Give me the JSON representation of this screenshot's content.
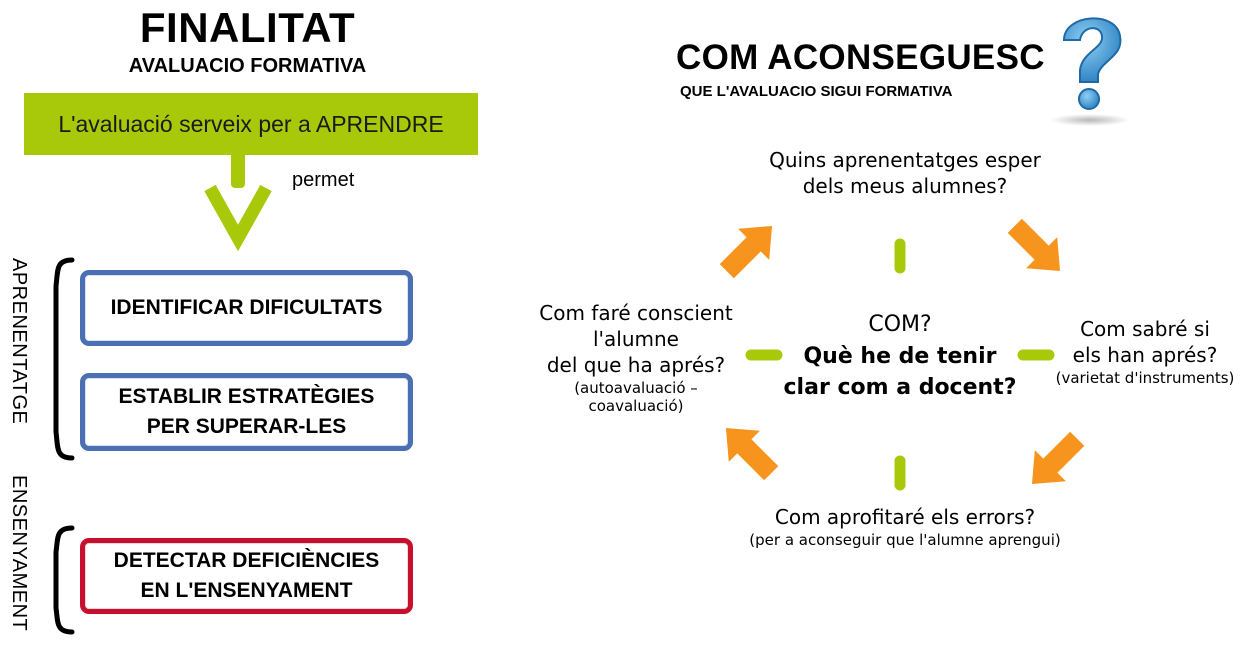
{
  "left": {
    "title": "FINALITAT",
    "subtitle": "AVALUACIO FORMATIVA",
    "banner": "L'avaluació serveix per a APRENDRE",
    "connector_label": "permet",
    "group_labels": {
      "learning": "APRENENTATGE",
      "teaching": "ENSENYAMENT"
    },
    "boxes": {
      "identify": "IDENTIFICAR DIFICULTATS",
      "strategies_line1": "ESTABLIR ESTRATÈGIES",
      "strategies_line2": "PER SUPERAR-LES",
      "detect_line1": "DETECTAR DEFICIÈNCIES",
      "detect_line2": "EN L'ENSENYAMENT"
    },
    "colors": {
      "green": "#a8c90a",
      "blue": "#4a6fb3",
      "red": "#c8102e"
    }
  },
  "right": {
    "title": "COM ACONSEGUESC",
    "subtitle": "QUE L'AVALUACIO SIGUI FORMATIVA",
    "question_icon": "question-mark-icon",
    "center": {
      "line1": "COM?",
      "line2": "Què he de tenir",
      "line3": "clar com a docent?"
    },
    "top": {
      "line1": "Quins aprenentatges esper",
      "line2": "dels meus alumnes?"
    },
    "right": {
      "line1": "Com sabré si",
      "line2": "els han aprés?",
      "note": "(varietat d'instruments)"
    },
    "bottom": {
      "line1": "Com aprofitaré els errors?",
      "note": "(per a aconseguir que l'alumne aprengui)"
    },
    "left": {
      "line1": "Com faré conscient",
      "line2": "l'alumne",
      "line3": "del que ha aprés?",
      "note1": "(autoavaluació –",
      "note2": "coavaluació)"
    },
    "colors": {
      "arrow": "#f7941d",
      "connector": "#a8c90a",
      "question": "#3a8fc9"
    }
  }
}
